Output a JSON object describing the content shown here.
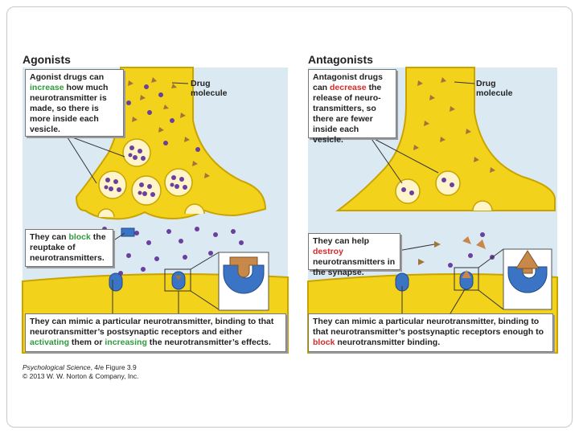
{
  "agonists": {
    "heading": "Agonists",
    "drug_label": "Drug molecule",
    "box1": {
      "pre": "Agonist drugs can ",
      "hl": "increase",
      "post": " how much neurotransmitter is made, so there is more inside each vesicle."
    },
    "box2": {
      "pre": "They can ",
      "hl": "block",
      "post": " the reuptake of neurotransmitters."
    },
    "box3": {
      "pre": "They can mimic a particular neurotransmitter, binding to that neurotransmitter’s postsynaptic receptors and either ",
      "hl1": "activating",
      "mid": " them or ",
      "hl2": "increasing",
      "post": " the neurotransmitter’s effects."
    }
  },
  "antagonists": {
    "heading": "Antagonists",
    "drug_label": "Drug molecule",
    "box1": {
      "pre": "Antagonist drugs can ",
      "hl": "decrease",
      "post": " the release of neuro-transmitters, so there are fewer inside each vesicle."
    },
    "box2": {
      "pre": "They can help ",
      "hl": "destroy",
      "post": " neurotransmitters in the synapse."
    },
    "box3": {
      "pre": "They can mimic a particular neurotransmitter, binding to that neurotransmitter’s postsynaptic receptors enough to ",
      "hl": "block",
      "post": " neurotransmitter binding."
    }
  },
  "credit": {
    "line1_italic": "Psychological Science",
    "line1_rest": ", 4/e Figure 3.9",
    "line2": "© 2013 W. W. Norton & Company, Inc."
  },
  "colors": {
    "neuron_yellow": "#f3d21b",
    "neuron_outline": "#c9a400",
    "panel_blue": "#dbe9f3",
    "neurotransmitter_purple": "#6b3fa0",
    "drug_brown": "#a0743d",
    "receptor_blue": "#3b74c4",
    "green": "#2e9a3e",
    "red": "#d42b2b"
  }
}
